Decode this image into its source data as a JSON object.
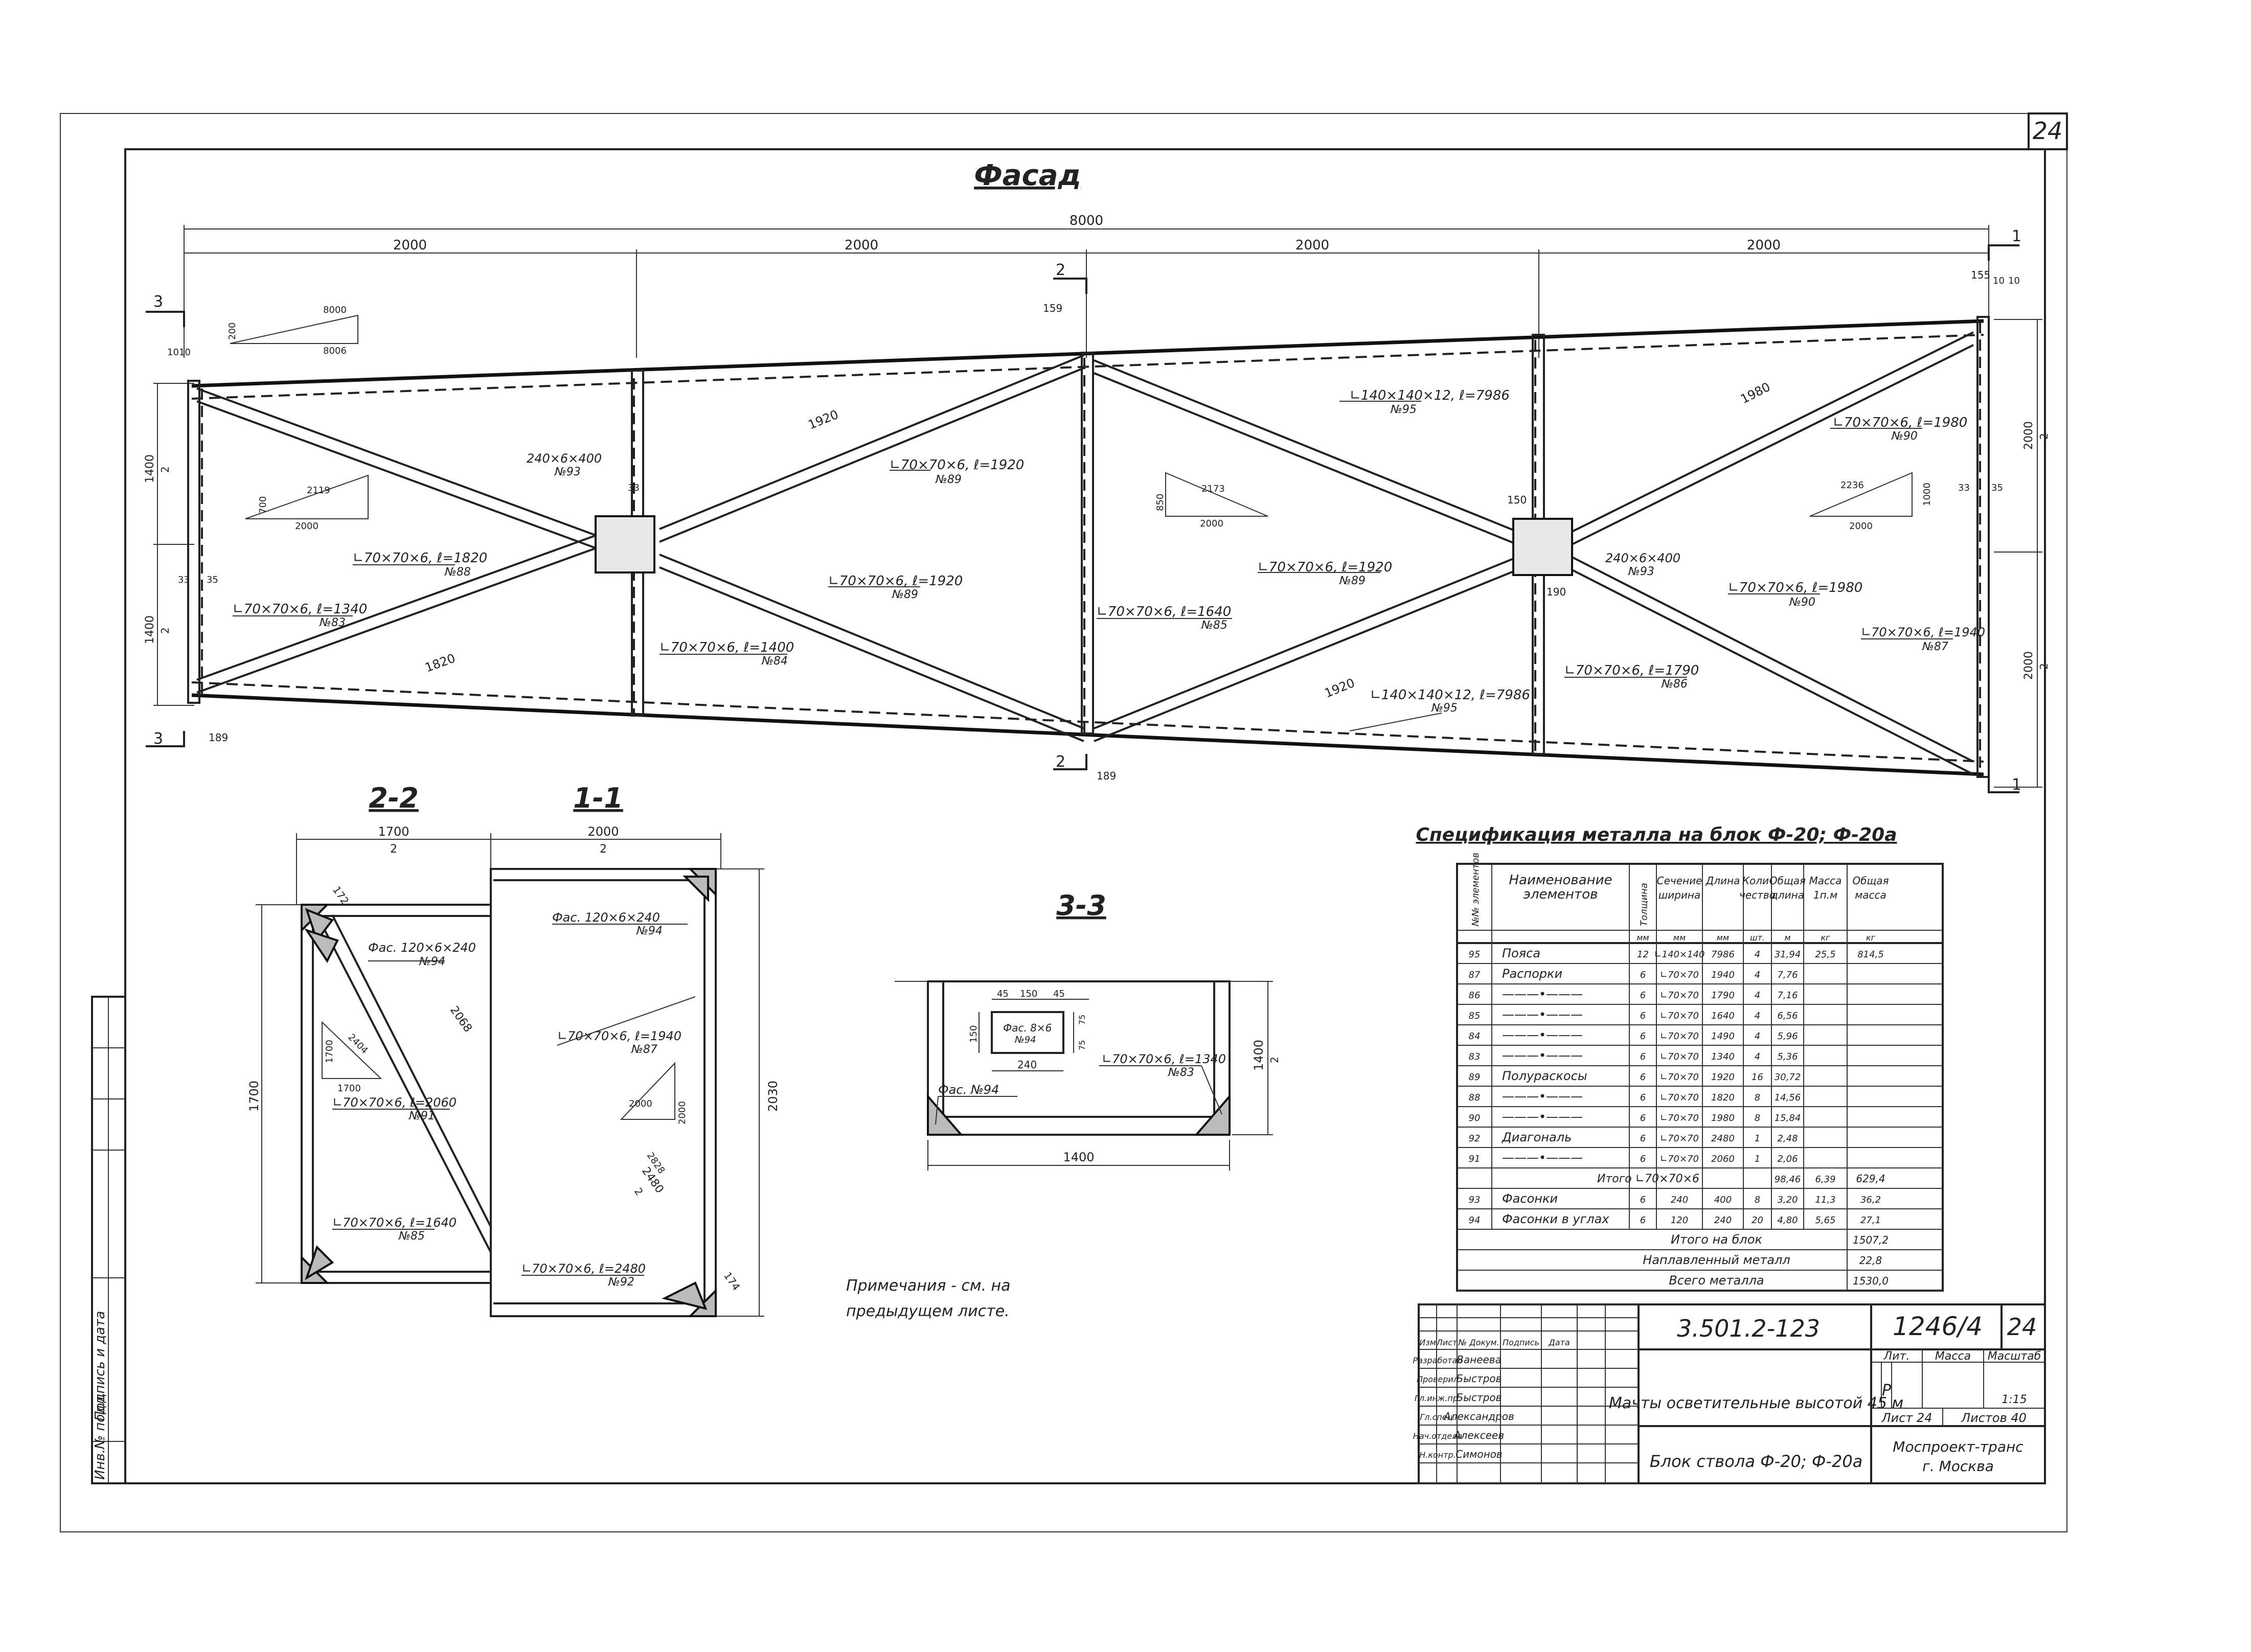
{
  "sheet": {
    "sheet_number": "24",
    "facade_title": "Фасад",
    "notes": "Примечания - см. на предыдущем листе.",
    "left_stamp": [
      "Инв.№ подл.",
      "Подпись и дата"
    ]
  },
  "facade": {
    "overall_dim": "8000",
    "panel_dims": [
      "2000",
      "2000",
      "2000",
      "2000"
    ],
    "section_marks": [
      "3",
      "3",
      "2",
      "2",
      "1",
      "1"
    ],
    "slope_tri": {
      "a": "8000",
      "b": "8006",
      "c": "200"
    },
    "left_heights": [
      "1010",
      "1400",
      "2",
      "1400",
      "2",
      "33",
      "35"
    ],
    "right_heights": [
      "2000",
      "2",
      "2000",
      "2",
      "35",
      "33"
    ],
    "node_dims": [
      "159",
      "155",
      "189",
      "189",
      "150",
      "10",
      "10",
      "190",
      "33"
    ],
    "tri_left": {
      "a": "2119",
      "b": "2000",
      "c": "700"
    },
    "tri_mid": {
      "a": "2173",
      "b": "2000",
      "c": "850"
    },
    "tri_right": {
      "a": "2236",
      "b": "2000",
      "c": "1000"
    },
    "diag_lengths": [
      "1920",
      "1820",
      "1980",
      "1920"
    ],
    "labels": [
      "∟140×140×12, ℓ=7986",
      "№95",
      "∟140×140×12, ℓ=7986",
      "№95",
      "240×6×400",
      "№93",
      "240×6×400",
      "№93",
      "∟70×70×6, ℓ=1920",
      "№89",
      "∟70×70×6, ℓ=1920",
      "№89",
      "∟70×70×6, ℓ=1920",
      "№89",
      "∟70×70×6, ℓ=1820",
      "№88",
      "∟70×70×6, ℓ=1340",
      "№83",
      "∟70×70×6, ℓ=1400",
      "№84",
      "∟70×70×6, ℓ=1640",
      "№85",
      "∟70×70×6, ℓ=1790",
      "№86",
      "∟70×70×6, ℓ=1980",
      "№90",
      "∟70×70×6, ℓ=1980",
      "№90",
      "∟70×70×6, ℓ=1940",
      "№87"
    ]
  },
  "sec22": {
    "title": "2-2",
    "width": "1700",
    "width2": "2",
    "height": "1700",
    "labels": [
      "Фас. 120×6×240",
      "№94",
      "∟70×70×6, ℓ=2060",
      "№91",
      "∟70×70×6, ℓ=1640",
      "№85"
    ],
    "tri": {
      "a": "2404",
      "b": "1700",
      "c": "1700"
    },
    "diag": "2068",
    "corner": "172"
  },
  "sec11": {
    "title": "1-1",
    "width": "2000",
    "width2": "2",
    "height": "2030",
    "labels": [
      "Фас. 120×6×240",
      "№94",
      "∟70×70×6, ℓ=1940",
      "№87",
      "∟70×70×6, ℓ=2480",
      "№92"
    ],
    "tri": {
      "a": "2828",
      "b": "2000",
      "c": "2000"
    },
    "diag": "2480",
    "diag2": "2",
    "corner": "174"
  },
  "sec33": {
    "title": "3-3",
    "width": "1400",
    "height": "1400",
    "height2": "2",
    "plate": {
      "a": "45",
      "b": "150",
      "c": "45",
      "d": "240",
      "e": "75",
      "f": "150",
      "g": "75",
      "name": "Фас. 8×6",
      "num": "№94"
    },
    "labels": [
      "∟70×70×6, ℓ=1340",
      "№83",
      "Фас. №94"
    ]
  },
  "spec": {
    "title": "Спецификация металла на блок Ф-20; Ф-20а",
    "headers": [
      "№№ элементов",
      "Наименование элементов",
      "Толщина",
      "Сечение ширина",
      "Длина",
      "Коли- чество",
      "Общая длина",
      "Масса 1п.м",
      "Общая масса"
    ],
    "units": [
      "",
      "",
      "мм",
      "мм",
      "мм",
      "шт.",
      "м",
      "кг",
      "кг"
    ],
    "rows": [
      [
        "95",
        "Пояса",
        "12",
        "∟140×140",
        "7986",
        "4",
        "31,94",
        "25,5",
        "814,5"
      ],
      [
        "87",
        "Распорки",
        "6",
        "∟70×70",
        "1940",
        "4",
        "7,76",
        "",
        ""
      ],
      [
        "86",
        "———•———",
        "6",
        "∟70×70",
        "1790",
        "4",
        "7,16",
        "",
        ""
      ],
      [
        "85",
        "———•———",
        "6",
        "∟70×70",
        "1640",
        "4",
        "6,56",
        "",
        ""
      ],
      [
        "84",
        "———•———",
        "6",
        "∟70×70",
        "1490",
        "4",
        "5,96",
        "",
        ""
      ],
      [
        "83",
        "———•———",
        "6",
        "∟70×70",
        "1340",
        "4",
        "5,36",
        "",
        ""
      ],
      [
        "89",
        "Полураскосы",
        "6",
        "∟70×70",
        "1920",
        "16",
        "30,72",
        "",
        ""
      ],
      [
        "88",
        "———•———",
        "6",
        "∟70×70",
        "1820",
        "8",
        "14,56",
        "",
        ""
      ],
      [
        "90",
        "———•———",
        "6",
        "∟70×70",
        "1980",
        "8",
        "15,84",
        "",
        ""
      ],
      [
        "92",
        "Диагональ",
        "6",
        "∟70×70",
        "2480",
        "1",
        "2,48",
        "",
        ""
      ],
      [
        "91",
        "———•———",
        "6",
        "∟70×70",
        "2060",
        "1",
        "2,06",
        "",
        ""
      ]
    ],
    "subtotal": {
      "label": "Итого ∟70×70×6",
      "length": "98,46",
      "mass1": "6,39",
      "mass": "629,4"
    },
    "rows2": [
      [
        "93",
        "Фасонки",
        "6",
        "240",
        "400",
        "8",
        "3,20",
        "11,3",
        "36,2"
      ],
      [
        "94",
        "Фасонки в углах",
        "6",
        "120",
        "240",
        "20",
        "4,80",
        "5,65",
        "27,1"
      ]
    ],
    "totals": [
      {
        "label": "Итого на блок",
        "value": "1507,2"
      },
      {
        "label": "Наплавленный металл",
        "value": "22,8"
      },
      {
        "label": "Всего металла",
        "value": "1530,0"
      }
    ]
  },
  "titleblock": {
    "code": "3.501.2-123",
    "code2": "1246/4",
    "sheet": "24",
    "head": [
      "Изм",
      "Лист",
      "№ Докум.",
      "Подпись",
      "Дата"
    ],
    "people": [
      [
        "Разработал",
        "Ванеева"
      ],
      [
        "Проверил",
        "Быстров"
      ],
      [
        "Гл.инж.пр.",
        "Быстров"
      ],
      [
        "Гл.спец.",
        "Александров"
      ],
      [
        "Нач.отдела",
        "Алексеев"
      ],
      [
        "Н.контр.",
        "Симонов"
      ]
    ],
    "project": "Мачты осветительные высотой 45 м",
    "drawing": "Блок ствола Ф-20; Ф-20а",
    "lit_label": "Лит.",
    "lit": "Р",
    "mass_label": "Масса",
    "scale_label": "Масштаб",
    "scale": "1:15",
    "sheet_label": "Лист 24",
    "sheets_label": "Листов 40",
    "org": "Моспроект-транс",
    "city": "г. Москва"
  }
}
